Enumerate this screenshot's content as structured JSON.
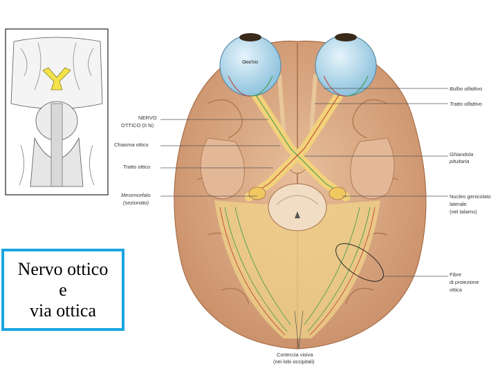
{
  "title": {
    "line1": "Nervo ottico",
    "line2": "e",
    "line3": "via ottica"
  },
  "labels": {
    "occhio": "Occhio",
    "nervo_ottico_1": "NERVO",
    "nervo_ottico_2": "OTTICO (II N)",
    "chiasma_ottico": "Chiasma ottico",
    "tratto_ottico": "Tratto ottico",
    "mesencefalo_1": "Mesencefalo",
    "mesencefalo_2": "(sezionato)",
    "bulbo_olfattivo": "Bulbo olfattivo",
    "tratto_olfattivo": "Tratto olfattivo",
    "ghiandola_1": "Ghiandola",
    "ghiandola_2": "pituitaria",
    "nucleo_1": "Nucleo genicolato",
    "nucleo_2": "laterale",
    "nucleo_3": "(nel talamo)",
    "fibre_1": "Fibre",
    "fibre_2": "di proiezione",
    "fibre_3": "ottica",
    "corteccia_1": "Corteccia visiva",
    "corteccia_2": "(nei lobi occipitali)"
  },
  "colors": {
    "title_border": "#1aa4e0",
    "brain": "#deb08e",
    "optic_pathway": "#f2d27a",
    "eye": "#a9d3e8",
    "chiasma_highlight": "#f4e24a"
  }
}
